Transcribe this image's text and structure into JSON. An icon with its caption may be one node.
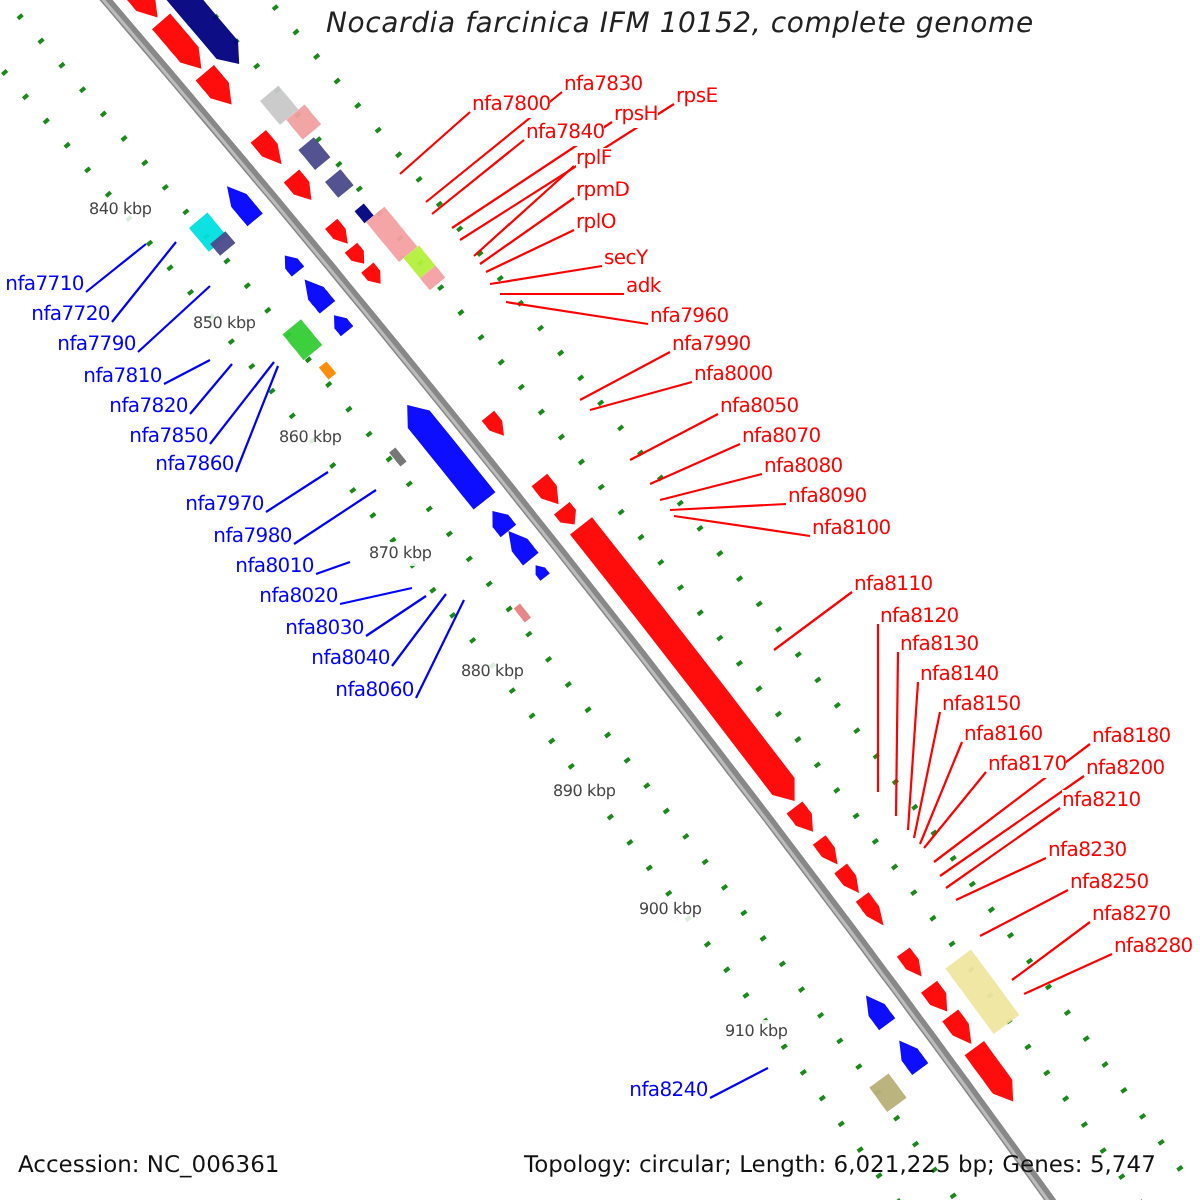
{
  "diagram": {
    "title": "Nocardia farcinica IFM 10152, complete genome",
    "nodes": [
      {
        "text": [
          "nfa7800"
        ]
      },
      {
        "text": [
          "nfa7830"
        ]
      },
      {
        "text": [
          "nfa7840"
        ]
      },
      {
        "text": [
          "rpsH"
        ]
      },
      {
        "text": [
          "rpsE"
        ]
      },
      {
        "text": [
          "rplF"
        ]
      },
      {
        "text": [
          "rpmD"
        ]
      },
      {
        "text": [
          "rplO"
        ]
      },
      {
        "text": [
          "secY"
        ]
      },
      {
        "text": [
          "adk"
        ]
      },
      {
        "text": [
          "nfa7960"
        ]
      },
      {
        "text": [
          "nfa7990"
        ]
      },
      {
        "text": [
          "nfa8000"
        ]
      },
      {
        "text": [
          "nfa8050"
        ]
      },
      {
        "text": [
          "nfa8070"
        ]
      },
      {
        "text": [
          "nfa8080"
        ]
      },
      {
        "text": [
          "nfa8090"
        ]
      },
      {
        "text": [
          "nfa8100"
        ]
      },
      {
        "text": [
          "nfa8110"
        ]
      },
      {
        "text": [
          "nfa8120"
        ]
      },
      {
        "text": [
          "nfa8130"
        ]
      },
      {
        "text": [
          "nfa8140"
        ]
      },
      {
        "text": [
          "nfa8150"
        ]
      },
      {
        "text": [
          "nfa8160"
        ]
      },
      {
        "text": [
          "nfa8170"
        ]
      },
      {
        "text": [
          "nfa8180"
        ]
      },
      {
        "text": [
          "nfa8200"
        ]
      },
      {
        "text": [
          "nfa8210"
        ]
      },
      {
        "text": [
          "nfa8230"
        ]
      },
      {
        "text": [
          "nfa8250"
        ]
      },
      {
        "text": [
          "nfa8270"
        ]
      },
      {
        "text": [
          "nfa8280"
        ]
      },
      {
        "text": [
          "nfa7710"
        ]
      },
      {
        "text": [
          "nfa7720"
        ]
      },
      {
        "text": [
          "nfa7790"
        ]
      },
      {
        "text": [
          "nfa7810"
        ]
      },
      {
        "text": [
          "nfa7820"
        ]
      },
      {
        "text": [
          "nfa7850"
        ]
      },
      {
        "text": [
          "nfa7860"
        ]
      },
      {
        "text": [
          "nfa7970"
        ]
      },
      {
        "text": [
          "nfa7980"
        ]
      },
      {
        "text": [
          "nfa8010"
        ]
      },
      {
        "text": [
          "nfa8020"
        ]
      },
      {
        "text": [
          "nfa8030"
        ]
      },
      {
        "text": [
          "nfa8040"
        ]
      },
      {
        "text": [
          "nfa8060"
        ]
      },
      {
        "text": [
          "nfa8240"
        ]
      }
    ],
    "edges": [
      {
        "from": 0,
        "to": null,
        "arrow": "none"
      },
      {
        "from": 1,
        "to": null,
        "arrow": "none"
      },
      {
        "from": 2,
        "to": null,
        "arrow": "none"
      },
      {
        "from": 3,
        "to": null,
        "arrow": "none"
      },
      {
        "from": 4,
        "to": null,
        "arrow": "none"
      },
      {
        "from": 5,
        "to": null,
        "arrow": "none"
      },
      {
        "from": 6,
        "to": null,
        "arrow": "none"
      },
      {
        "from": 7,
        "to": null,
        "arrow": "none"
      },
      {
        "from": 8,
        "to": null,
        "arrow": "none"
      },
      {
        "from": 9,
        "to": null,
        "arrow": "none"
      },
      {
        "from": 10,
        "to": null,
        "arrow": "none"
      },
      {
        "from": 11,
        "to": null,
        "arrow": "none"
      },
      {
        "from": 12,
        "to": null,
        "arrow": "none"
      },
      {
        "from": 13,
        "to": null,
        "arrow": "none"
      },
      {
        "from": 14,
        "to": null,
        "arrow": "none"
      },
      {
        "from": 15,
        "to": null,
        "arrow": "none"
      },
      {
        "from": 16,
        "to": null,
        "arrow": "none"
      },
      {
        "from": 17,
        "to": null,
        "arrow": "none"
      },
      {
        "from": 18,
        "to": null,
        "arrow": "none"
      },
      {
        "from": 19,
        "to": null,
        "arrow": "none"
      },
      {
        "from": 20,
        "to": null,
        "arrow": "none"
      },
      {
        "from": 21,
        "to": null,
        "arrow": "none"
      },
      {
        "from": 22,
        "to": null,
        "arrow": "none"
      },
      {
        "from": 23,
        "to": null,
        "arrow": "none"
      },
      {
        "from": 24,
        "to": null,
        "arrow": "none"
      },
      {
        "from": 25,
        "to": null,
        "arrow": "none"
      },
      {
        "from": 26,
        "to": null,
        "arrow": "none"
      },
      {
        "from": 27,
        "to": null,
        "arrow": "none"
      },
      {
        "from": 28,
        "to": null,
        "arrow": "none"
      },
      {
        "from": 29,
        "to": null,
        "arrow": "none"
      },
      {
        "from": 30,
        "to": null,
        "arrow": "none"
      },
      {
        "from": 31,
        "to": null,
        "arrow": "none"
      },
      {
        "from": 32,
        "to": null,
        "arrow": "none",
        "color": "#0000ff"
      },
      {
        "from": 33,
        "to": null,
        "arrow": "none",
        "color": "#0000ff"
      },
      {
        "from": 34,
        "to": null,
        "arrow": "none",
        "color": "#0000ff"
      },
      {
        "from": 35,
        "to": null,
        "arrow": "none",
        "color": "#0000ff"
      },
      {
        "from": 36,
        "to": null,
        "arrow": "none",
        "color": "#0000ff"
      },
      {
        "from": 37,
        "to": null,
        "arrow": "none",
        "color": "#0000ff"
      },
      {
        "from": 38,
        "to": null,
        "arrow": "none",
        "color": "#0000ff"
      },
      {
        "from": 39,
        "to": null,
        "arrow": "none",
        "color": "#0000ff"
      },
      {
        "from": 40,
        "to": null,
        "arrow": "none",
        "color": "#0000ff"
      },
      {
        "from": 41,
        "to": null,
        "arrow": "none",
        "color": "#0000ff"
      },
      {
        "from": 42,
        "to": null,
        "arrow": "none",
        "color": "#0000ff"
      },
      {
        "from": 43,
        "to": null,
        "arrow": "none",
        "color": "#0000ff"
      },
      {
        "from": 44,
        "to": null,
        "arrow": "none",
        "color": "#0000ff"
      },
      {
        "from": 45,
        "to": null,
        "arrow": "none",
        "color": "#0000ff"
      },
      {
        "from": 46,
        "to": null,
        "arrow": "none",
        "color": "#0000ff"
      }
    ],
    "labels": [
      "840 kbp",
      "850 kbp",
      "860 kbp",
      "870 kbp",
      "880 kbp",
      "890 kbp",
      "900 kbp",
      "910 kbp",
      "Accession: NC_006361",
      "Topology: circular; Length: 6,021,225 bp; Genes: 5,747"
    ]
  }
}
